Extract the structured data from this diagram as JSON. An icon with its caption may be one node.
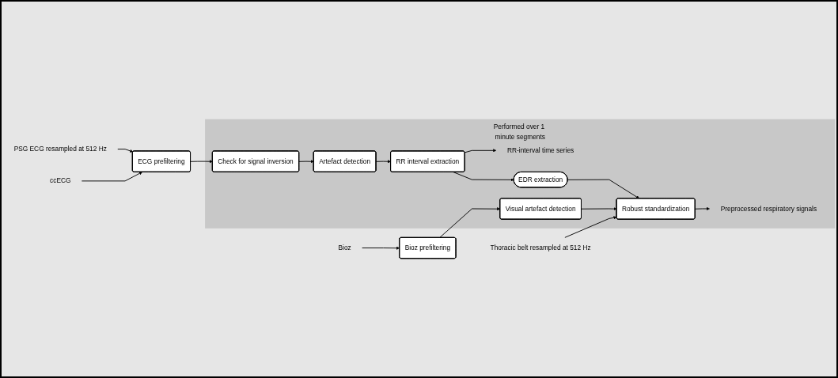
{
  "diagram": {
    "nodes": [
      {
        "text": [
          "Performed over 1 minute segments"
        ]
      },
      {
        "text": [
          "PSG ECG resampled at 512 Hz"
        ]
      },
      {
        "text": [
          "ccECG"
        ]
      },
      {
        "text": [
          "ECG prefiltering"
        ]
      },
      {
        "text": [
          "Check for signal inversion"
        ],
        "in": 0
      },
      {
        "text": [
          "Artefact detection"
        ],
        "in": 0
      },
      {
        "text": [
          "RR interval extraction"
        ],
        "in": 0
      },
      {
        "text": [
          "RR-interval time series"
        ],
        "in": 0
      },
      {
        "text": [
          "EDR extraction"
        ],
        "in": 0
      },
      {
        "text": [
          "Thoracic belt resampled at 512 Hz"
        ]
      },
      {
        "text": [
          "Bioz"
        ]
      },
      {
        "text": [
          "Bioz prefiltering"
        ]
      },
      {
        "text": [
          "Visual artefact detection"
        ],
        "in": 0
      },
      {
        "text": [
          "Robust standardization"
        ],
        "in": 0
      },
      {
        "text": [
          "Preprocessed respiratory signals"
        ],
        "in": 0
      }
    ],
    "edges": [
      {
        "from": 1,
        "to": 3,
        "arrow": "to"
      },
      {
        "from": 2,
        "to": 3,
        "arrow": "to"
      },
      {
        "from": 3,
        "to": 4,
        "arrow": "to"
      },
      {
        "from": 4,
        "to": 5,
        "arrow": "to"
      },
      {
        "from": 5,
        "to": 6,
        "arrow": "to"
      },
      {
        "from": 6,
        "to": 7,
        "arrow": "to"
      },
      {
        "from": 6,
        "to": 8,
        "arrow": "to"
      },
      {
        "from": 8,
        "to": 13,
        "arrow": "to"
      },
      {
        "from": 9,
        "to": 13,
        "arrow": "to"
      },
      {
        "from": 10,
        "to": 11,
        "arrow": "to"
      },
      {
        "from": 11,
        "to": 12,
        "arrow": "to"
      },
      {
        "from": 12,
        "to": 13,
        "arrow": "to"
      },
      {
        "from": 13,
        "to": 14,
        "arrow": "to"
      }
    ]
  }
}
